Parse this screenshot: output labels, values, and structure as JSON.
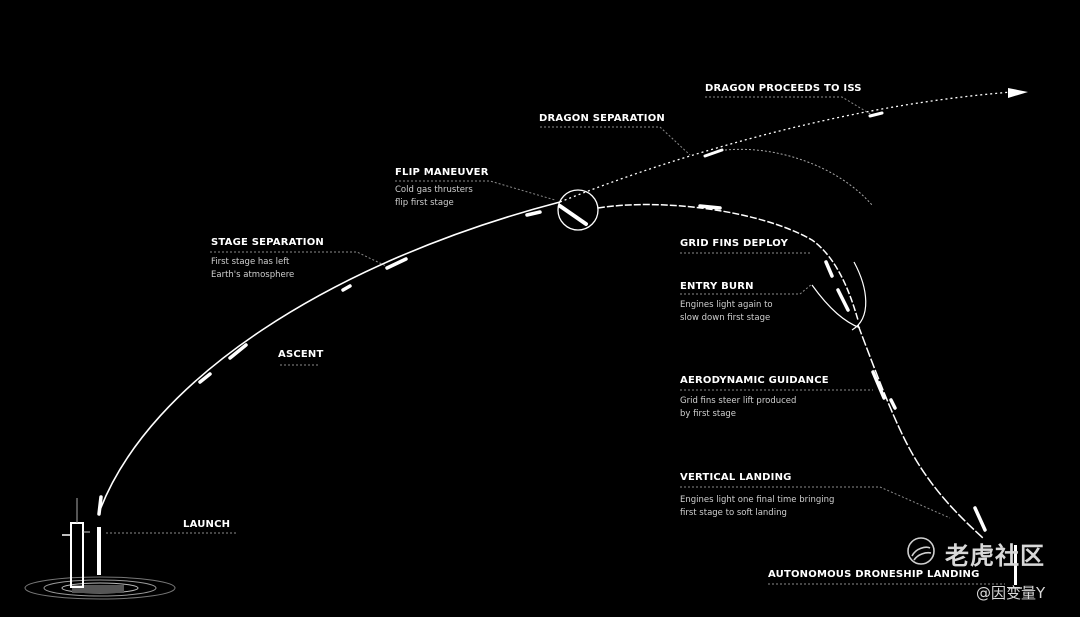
{
  "labels": {
    "dragon_proceeds": "DRAGON PROCEEDS TO ISS",
    "dragon_separation": "DRAGON SEPARATION",
    "flip_maneuver": "FLIP MANEUVER",
    "flip_desc_1": "Cold gas thrusters",
    "flip_desc_2": "flip first stage",
    "stage_separation": "STAGE SEPARATION",
    "stage_desc_1": "First stage has left",
    "stage_desc_2": "Earth's atmosphere",
    "ascent": "ASCENT",
    "launch": "LAUNCH",
    "grid_fins": "GRID FINS DEPLOY",
    "entry_burn": "ENTRY BURN",
    "entry_desc_1": "Engines light again to",
    "entry_desc_2": "slow down first stage",
    "aero": "AERODYNAMIC GUIDANCE",
    "aero_desc_1": "Grid fins steer lift produced",
    "aero_desc_2": "by first stage",
    "vertical": "VERTICAL LANDING",
    "vertical_desc_1": "Engines light one final time bringing",
    "vertical_desc_2": "first stage to soft landing",
    "autonomous": "AUTONOMOUS DRONESHIP LANDING"
  },
  "watermark": {
    "site": "老虎社区",
    "user": "@因变量Y"
  },
  "colors": {
    "background": "#000000",
    "trajectory": "#ffffff",
    "leader": "#8a8a8a"
  }
}
